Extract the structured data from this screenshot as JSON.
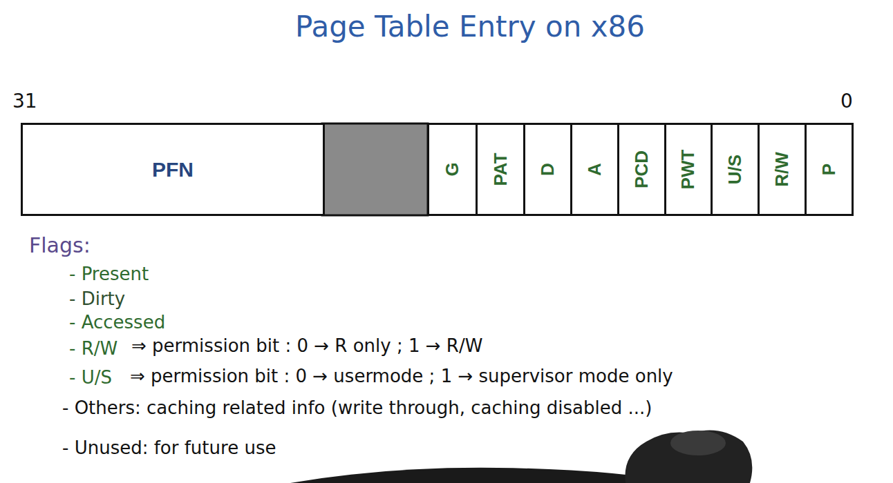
{
  "diagram": {
    "title": "Page Table Entry on x86",
    "nodes": [
      {
        "text": [
          "PFN"
        ]
      },
      {
        "text": [
          "G"
        ]
      },
      {
        "text": [
          "PAT"
        ]
      },
      {
        "text": [
          "D"
        ]
      },
      {
        "text": [
          "A"
        ]
      },
      {
        "text": [
          "PCD"
        ]
      },
      {
        "text": [
          "PWT"
        ]
      },
      {
        "text": [
          "U/S"
        ]
      },
      {
        "text": [
          "R/W"
        ]
      },
      {
        "text": [
          "P"
        ]
      }
    ],
    "labels": [
      "31",
      "0",
      "Flags:",
      "- Present",
      "- Dirty",
      "- Accessed",
      "- R/W",
      "⇒ permission bit : 0 → R only ; 1 → R/W",
      "- U/S",
      "⇒ permission bit : 0 → usermode ; 1 → supervisor mode only",
      "- Others: caching related info (write through, caching disabled ...)",
      "- Unused: for future use"
    ]
  }
}
